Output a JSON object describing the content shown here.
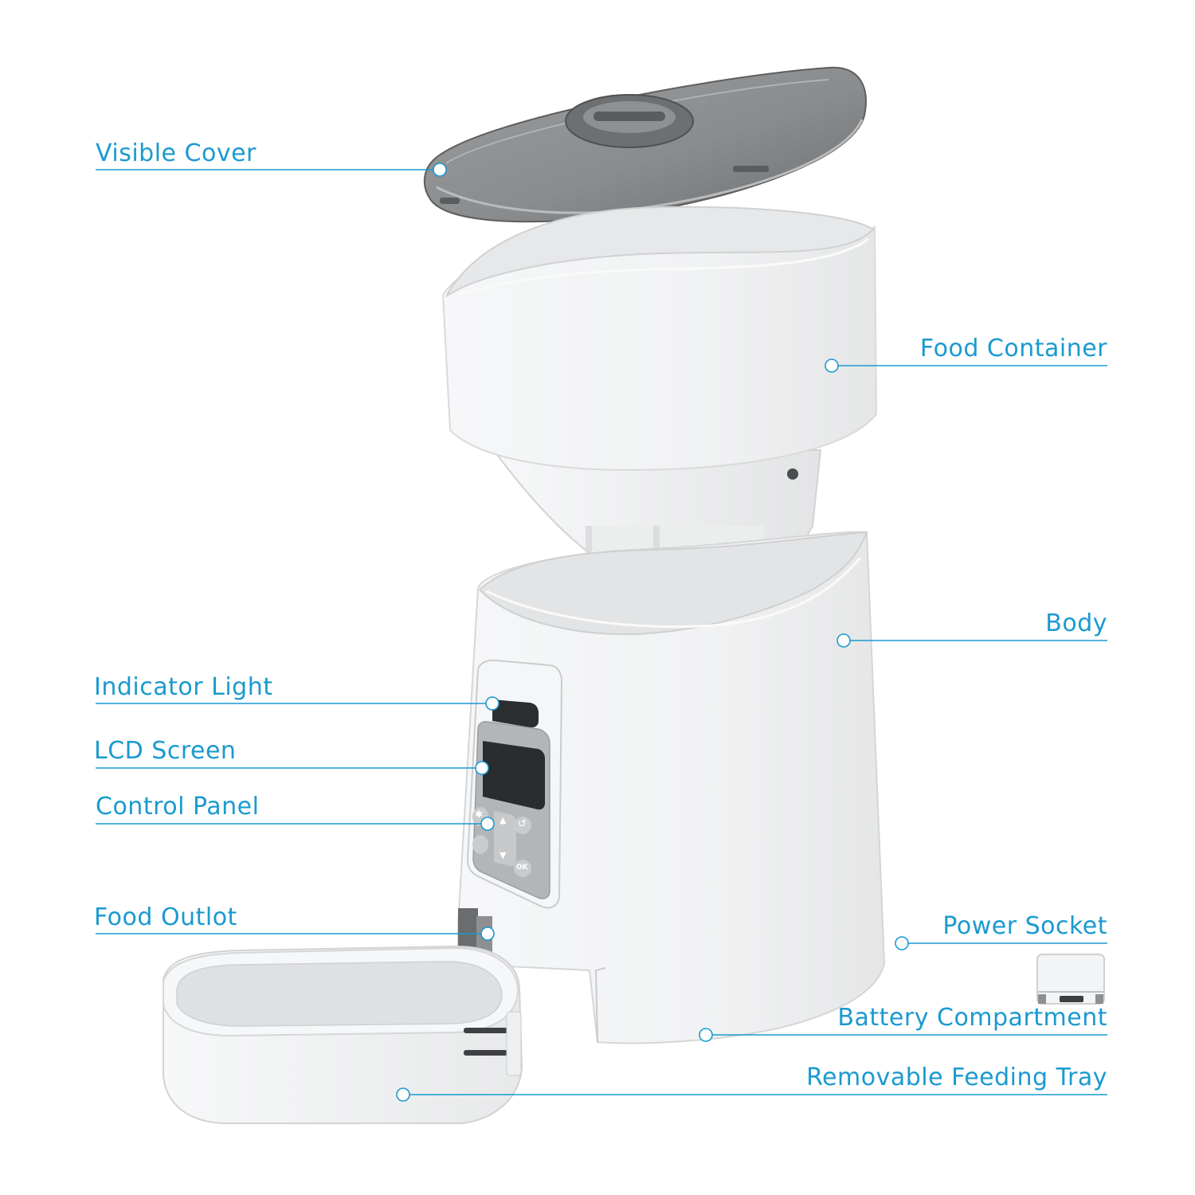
{
  "colors": {
    "accent": "#1a9ad0",
    "lid": "#7d7f81",
    "plastic": "#f4f5f6",
    "panel_gray": "#a9acaf",
    "lcd": "#2c2e30"
  },
  "labels": {
    "visible_cover": "Visible Cover",
    "food_container": "Food Container",
    "body": "Body",
    "indicator_light": "Indicator Light",
    "lcd_screen": "LCD Screen",
    "control_panel": "Control Panel",
    "food_outlot": "Food Outlot",
    "power_socket": "Power Socket",
    "battery_compartment": "Battery Compartment",
    "removable_feeding_tray": "Removable Feeding Tray"
  },
  "panel_buttons": {
    "up": "▲",
    "down": "▼",
    "back": "↺",
    "ok": "OK",
    "light": "✱"
  }
}
